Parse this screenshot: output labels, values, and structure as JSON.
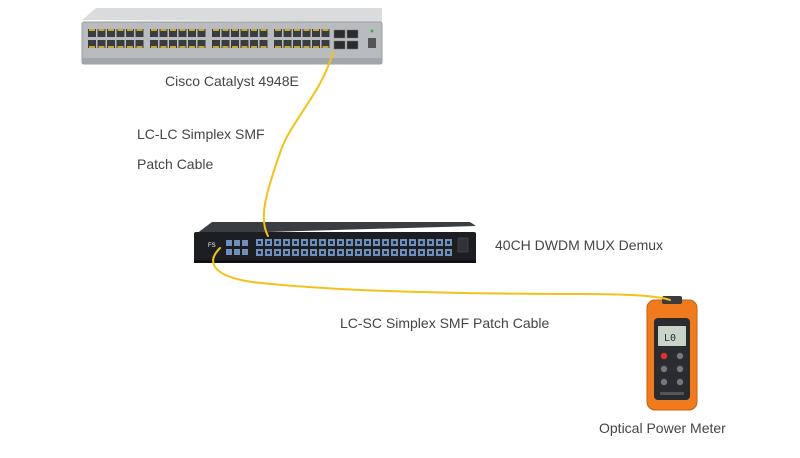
{
  "labels": {
    "switch": "Cisco Catalyst 4948E",
    "cable_lc_lc_line1": "LC-LC Simplex SMF",
    "cable_lc_lc_line2": "Patch Cable",
    "mux": "40CH DWDM MUX Demux",
    "cable_lc_sc": "LC-SC Simplex SMF Patch Cable",
    "meter": "Optical Power Meter"
  },
  "mux_brand": "FS",
  "meter_display": "L0",
  "colors": {
    "cable": "#f2c21b",
    "switch_body": "#b9bcbf",
    "switch_port": "#3a3d40",
    "mux_body": "#1c1e22",
    "mux_port": "#6f8fb8",
    "meter_body": "#f07a1e",
    "meter_panel": "#2b2c2f",
    "meter_screen": "#c9d3c8",
    "text": "#454545"
  },
  "icons": [
    "switch-device-icon",
    "dwdm-mux-device-icon",
    "optical-power-meter-icon"
  ]
}
